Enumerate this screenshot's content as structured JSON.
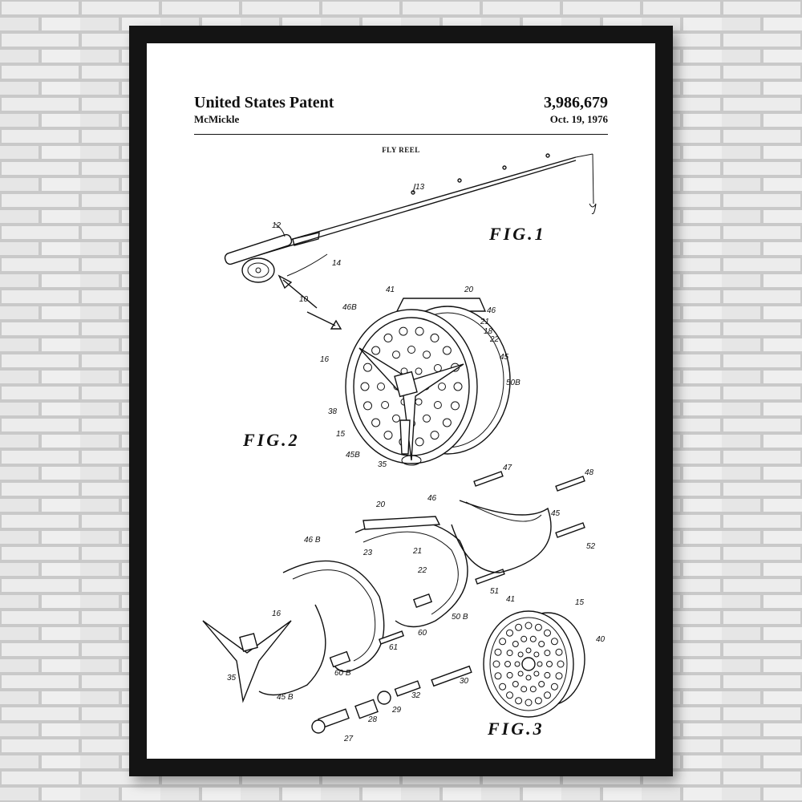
{
  "patent": {
    "title": "United States Patent",
    "inventor": "McMickle",
    "number": "3,986,679",
    "date": "Oct. 19, 1976",
    "subject": "FLY REEL"
  },
  "figures": {
    "fig1": "FIG.1",
    "fig2": "FIG.2",
    "fig3": "FIG.3"
  },
  "refs": {
    "r10": "10",
    "r12": "12",
    "r13": "13",
    "r14": "14",
    "r41a": "41",
    "r20a": "20",
    "r46Ba": "46B",
    "r46a": "46",
    "r21a": "21",
    "r18": "18",
    "r22a": "22",
    "r16a": "16",
    "r45a": "45",
    "r50Ba": "50B",
    "r38": "38",
    "r15a": "15",
    "r45Ba": "45B",
    "r35a": "35",
    "r47": "47",
    "r48": "48",
    "r20b": "20",
    "r46b": "46",
    "r45b": "45",
    "r46Bb": "46 B",
    "r23": "23",
    "r21b": "21",
    "r22b": "22",
    "r52": "52",
    "r51": "51",
    "r16b": "16",
    "r50Bb": "50 B",
    "r60": "60",
    "r61": "61",
    "r60B": "60 B",
    "r41b": "41",
    "r15b": "15",
    "r40": "40",
    "r35b": "35",
    "r45Bb": "45 B",
    "r30": "30",
    "r32": "32",
    "r29": "29",
    "r28": "28",
    "r27": "27"
  }
}
